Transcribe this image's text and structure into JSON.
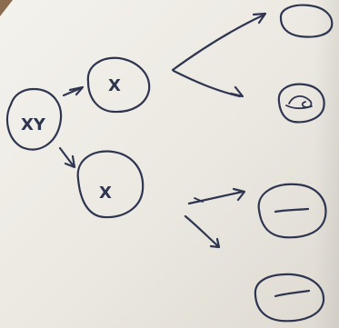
{
  "diagram": {
    "parent_cell": {
      "label": "XY"
    },
    "daughter_cell_top": {
      "label": "X"
    },
    "daughter_cell_bottom": {
      "label": "X"
    },
    "gametes": [
      {
        "content": "empty"
      },
      {
        "content": "squiggle"
      },
      {
        "content": "bar"
      },
      {
        "content": "bar"
      }
    ],
    "colors": {
      "ink": "#2e3551",
      "paper": "#efece6",
      "table": "#8b6c4f"
    }
  }
}
